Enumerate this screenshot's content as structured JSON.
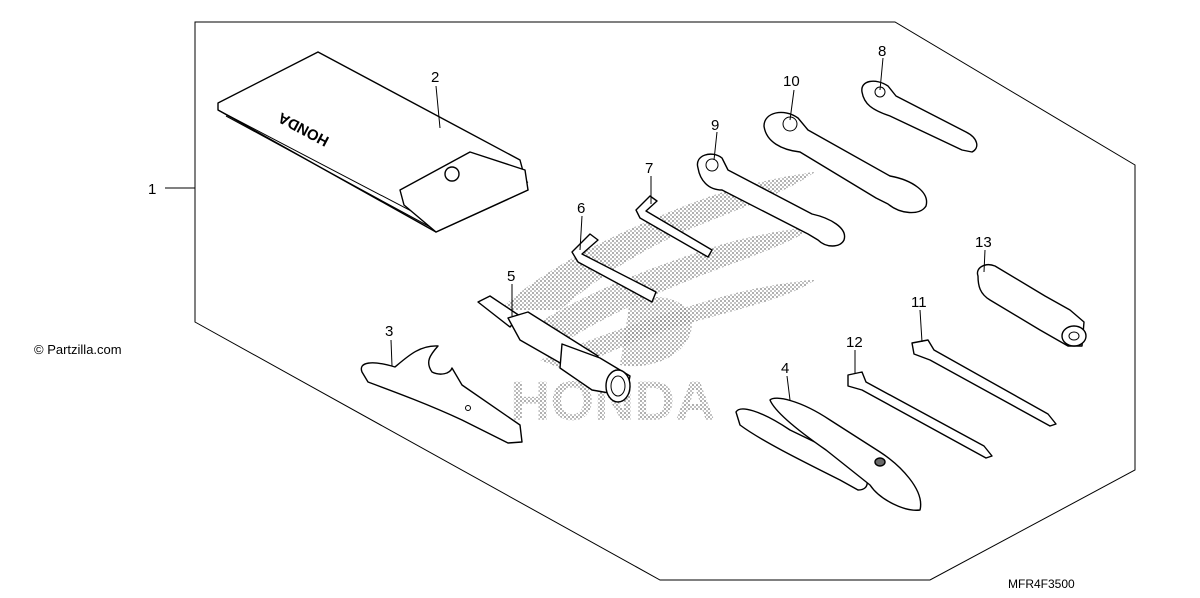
{
  "diagram": {
    "watermark": "© Partzilla.com",
    "diagram_code": "MFR4F3500",
    "pouch_brand": "HONDA",
    "logo_word": "HONDA",
    "callouts": [
      "1",
      "2",
      "3",
      "4",
      "5",
      "6",
      "7",
      "8",
      "9",
      "10",
      "11",
      "12",
      "13"
    ]
  }
}
